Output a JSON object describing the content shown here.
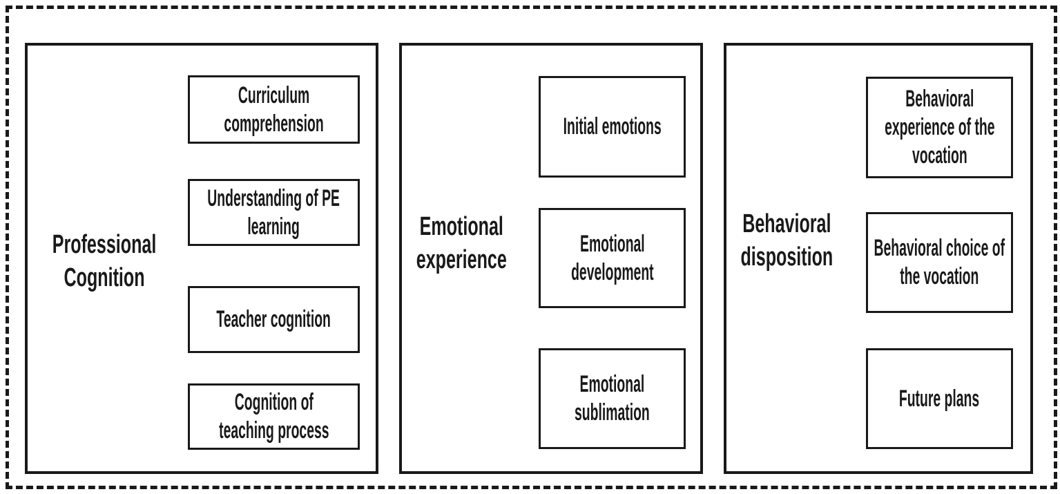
{
  "figure": {
    "type": "diagram",
    "colors": {
      "line": "#191919",
      "background": "#ffffff"
    },
    "panels": [
      {
        "label": "Professional\nCognition",
        "boxes": [
          "Curriculum\ncomprehension",
          "Understanding of PE\nlearning",
          "Teacher cognition",
          "Cognition of\nteaching process"
        ]
      },
      {
        "label": "Emotional\nexperience",
        "boxes": [
          "Initial emotions",
          "Emotional\ndevelopment",
          "Emotional\nsublimation"
        ]
      },
      {
        "label": "Behavioral\ndisposition",
        "boxes": [
          "Behavioral\nexperience of the\nvocation",
          "Behavioral choice of\nthe vocation",
          "Future plans"
        ]
      }
    ]
  }
}
